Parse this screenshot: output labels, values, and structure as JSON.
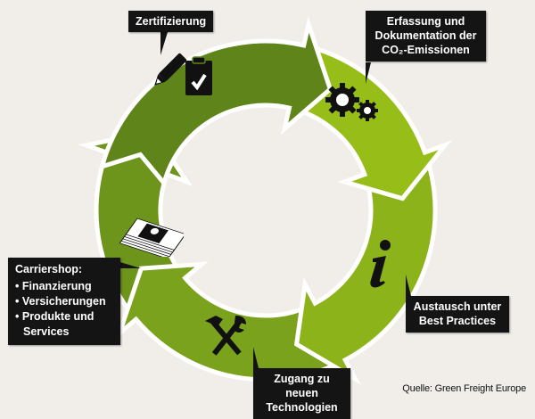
{
  "title": "Green Freight Europe Zyklus",
  "colors": {
    "segment_zertifizierung": "#5f8419",
    "segment_erfassung": "#97bd19",
    "segment_austausch": "#8db31b",
    "segment_zugang": "#7ba21c",
    "segment_carriershop": "#6d951b",
    "callout_bg": "#141414",
    "background": "#f1eeea"
  },
  "steps": [
    {
      "id": "zertifizierung",
      "label": "Zertifizierung",
      "icon": "clipboard-pencil-icon"
    },
    {
      "id": "erfassung",
      "lines": [
        "Erfassung und",
        "Dokumentation der",
        "CO₂-Emissionen"
      ],
      "icon": "gears-icon"
    },
    {
      "id": "austausch",
      "lines": [
        "Austausch unter",
        "Best Practices"
      ],
      "icon": "info-icon"
    },
    {
      "id": "zugang",
      "lines": [
        "Zugang zu neuen",
        "Technologien"
      ],
      "icon": "hammer-wrench-icon"
    },
    {
      "id": "carriershop",
      "heading": "Carriershop:",
      "items": [
        "Finanzierung",
        "Versicherungen",
        "Produkte und",
        "Services"
      ],
      "icon": "money-stack-icon"
    }
  ],
  "source": "Quelle: Green Freight Europe"
}
